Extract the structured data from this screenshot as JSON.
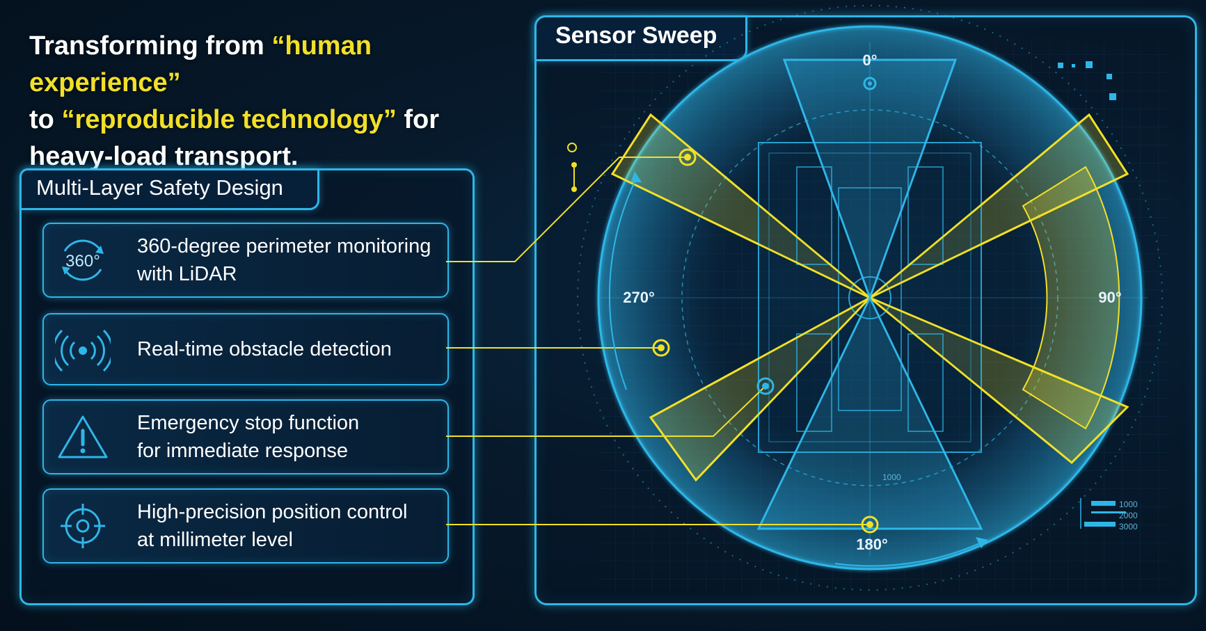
{
  "headline": {
    "line1_prefix": "Transforming from ",
    "line1_highlight": "“human experience”",
    "line2_prefix": "to ",
    "line2_highlight": "“reproducible technology”",
    "line2_suffix": " for",
    "line3": "heavy-load transport."
  },
  "safety_panel": {
    "title": "Multi-Layer Safety Design",
    "features": [
      {
        "icon": "360-rotation-icon",
        "icon_text": "360°",
        "line1": "360-degree perimeter monitoring",
        "line2": "with LiDAR"
      },
      {
        "icon": "signal-waves-icon",
        "line1": "Real-time obstacle detection",
        "line2": ""
      },
      {
        "icon": "warning-triangle-icon",
        "line1": "Emergency stop function",
        "line2": "for immediate response"
      },
      {
        "icon": "crosshair-target-icon",
        "line1": "High-precision position control",
        "line2": "at millimeter level"
      }
    ]
  },
  "sensor_sweep": {
    "title": "Sensor Sweep",
    "angles": {
      "top": "0°",
      "right": "90°",
      "bottom": "180°",
      "left": "270°"
    },
    "scale_labels": [
      "1000",
      "2000",
      "3000"
    ],
    "center_scale_label": "1000",
    "colors": {
      "cyan": "#2fb6e8",
      "yellow": "#f2e028",
      "background": "#071a2c"
    }
  }
}
